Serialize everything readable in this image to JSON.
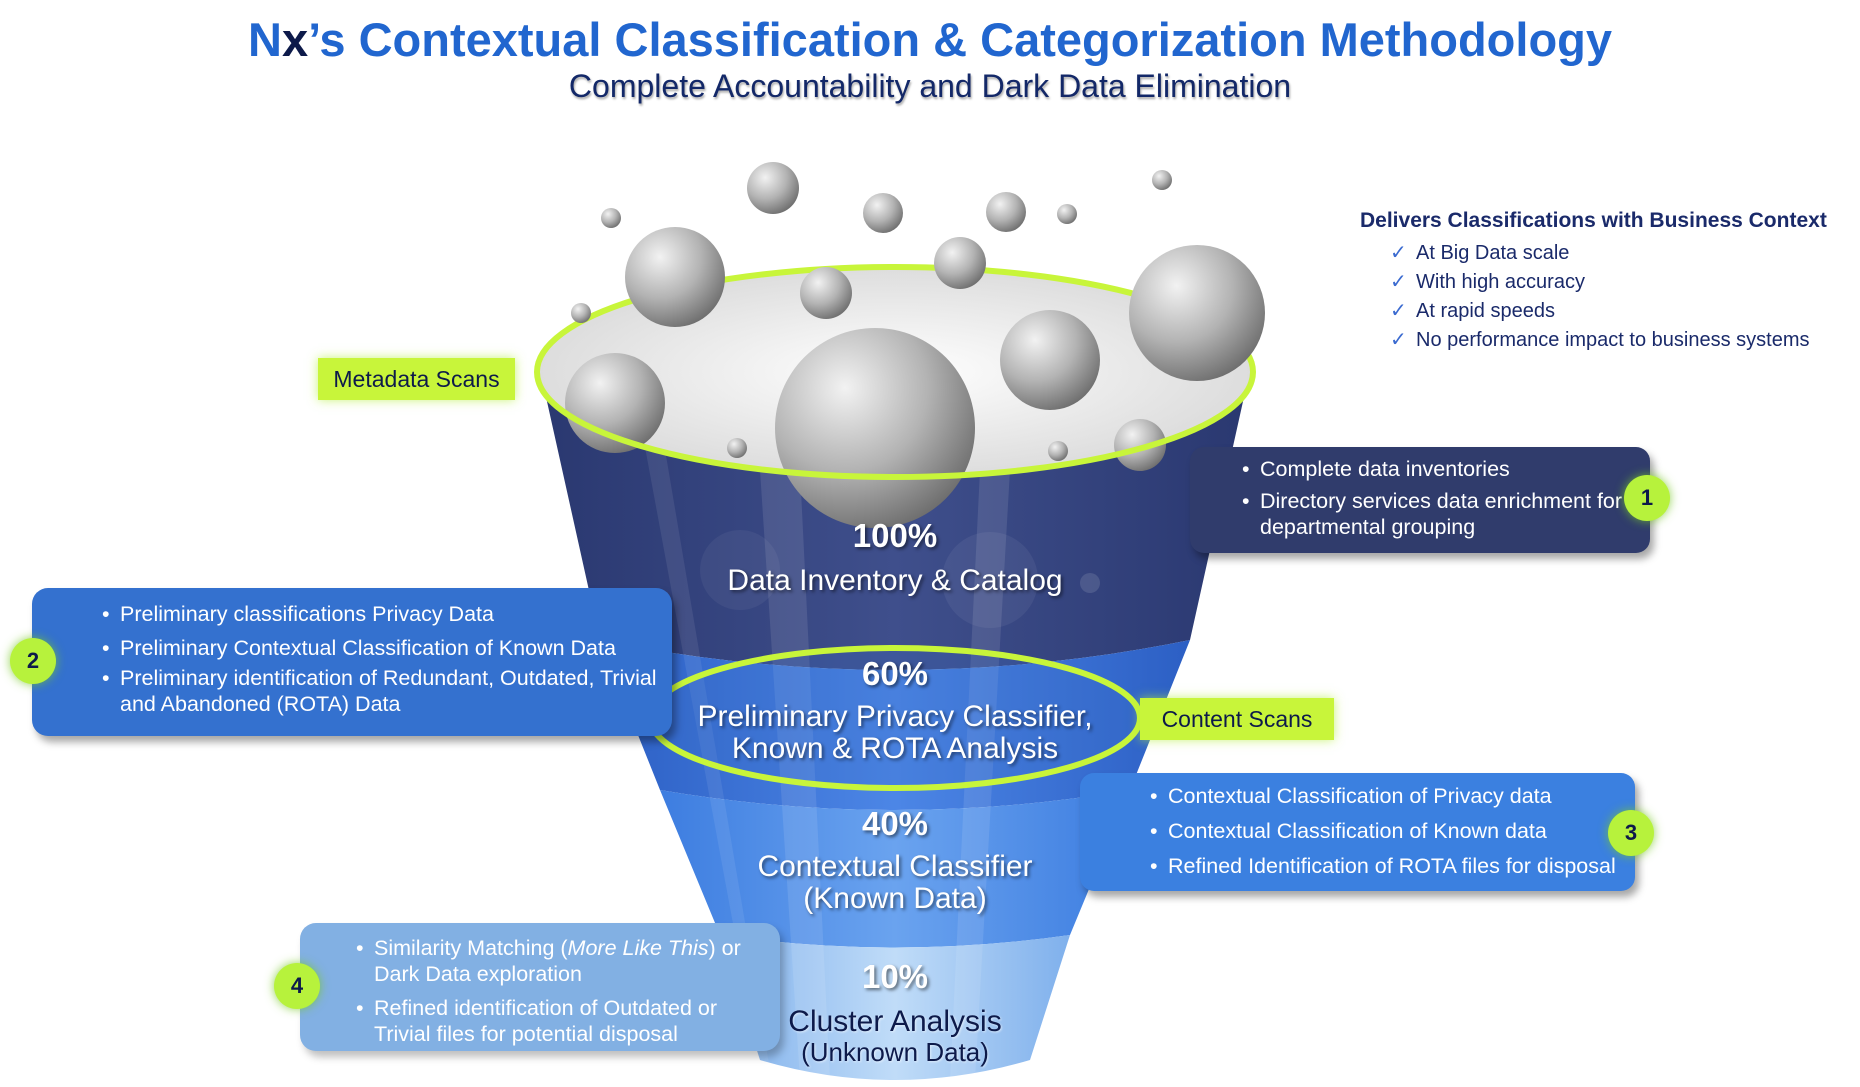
{
  "title_prefix": "N",
  "title_x": "x",
  "title_rest": "’s Contextual Classification & Categorization Methodology",
  "subtitle": "Complete Accountability and Dark Data Elimination",
  "benefits": {
    "title": "Delivers Classifications  with Business Context",
    "items": [
      "At Big Data scale",
      "With high accuracy",
      "At rapid speeds",
      "No performance impact to business systems"
    ],
    "check_icon": "checkmark-icon"
  },
  "tags": {
    "metadata": "Metadata Scans",
    "content": "Content Scans"
  },
  "stages": [
    {
      "pct": "100%",
      "label": "Data Inventory & Catalog"
    },
    {
      "pct": "60%",
      "label_line1": "Preliminary Privacy Classifier,",
      "label_line2": "Known & ROTA Analysis"
    },
    {
      "pct": "40%",
      "label_line1": "Contextual Classifier",
      "label_line2": "(Known Data)"
    },
    {
      "pct": "10%",
      "label_line1": "Cluster Analysis",
      "label_line2": "(Unknown Data)"
    }
  ],
  "callouts": [
    {
      "number": "1",
      "items": [
        "Complete data inventories",
        "Directory services data enrichment for departmental grouping"
      ]
    },
    {
      "number": "2",
      "items": [
        "Preliminary classifications Privacy Data",
        "Preliminary Contextual Classification of Known Data",
        "Preliminary identification of Redundant, Outdated, Trivial and Abandoned (ROTA) Data"
      ]
    },
    {
      "number": "3",
      "items": [
        "Contextual Classification of Privacy data",
        "Contextual Classification of Known data",
        "Refined Identification of ROTA files for disposal"
      ]
    },
    {
      "number": "4",
      "item1_pre": "Similarity Matching (",
      "item1_em": "More Like This",
      "item1_post": ") or Dark Data exploration",
      "item2": "Refined identification of Outdated or Trivial files for potential disposal"
    }
  ],
  "colors": {
    "title": "#2166cf",
    "dark_navy": "#303c6c",
    "mid_blue": "#3471cf",
    "bright_blue": "#3b80e0",
    "light_blue": "#82b0e3",
    "lime": "#b7f23c"
  }
}
